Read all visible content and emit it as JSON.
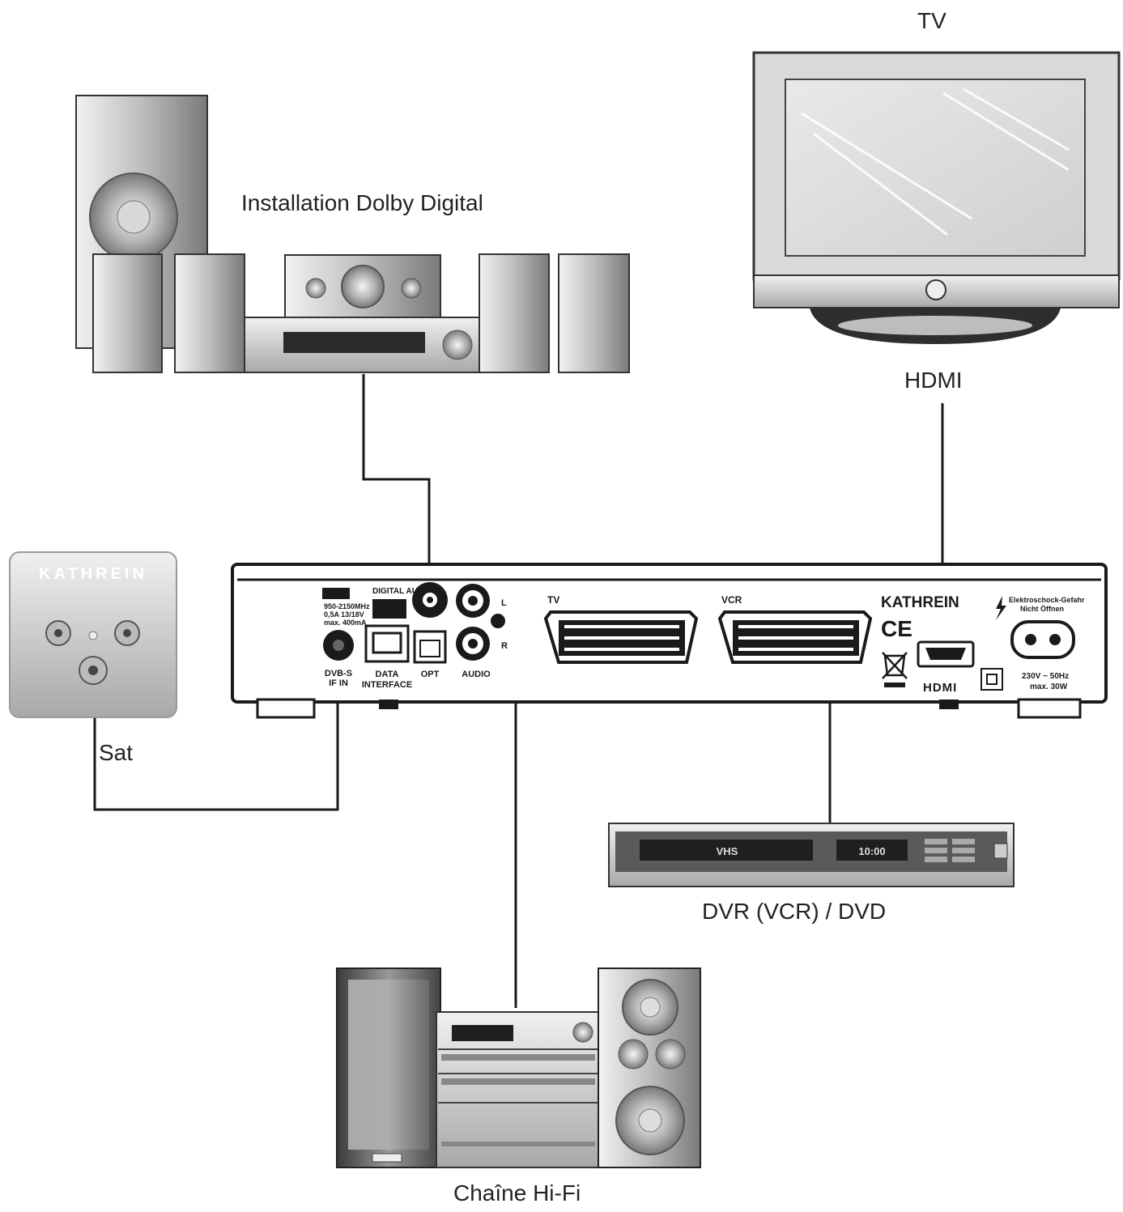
{
  "labels": {
    "tv": "TV",
    "hdmi": "HDMI",
    "dolby": "Installation Dolby Digital",
    "sat": "Sat",
    "dvr": "DVR (VCR) / DVD",
    "hifi": "Chaîne Hi-Fi"
  },
  "wall_socket": {
    "brand": "KATHREIN"
  },
  "receiver_panel": {
    "brand": "KATHREIN",
    "dvbs_label": "DVB-S",
    "dvbs_sub": "IF IN",
    "spec_lines": [
      "950-2150MHz",
      "0,5A 13/18V",
      "max. 400mA"
    ],
    "digital_audio_label": "DIGITAL AUDIO",
    "data_label": "DATA",
    "interface_label": "INTERFACE",
    "opt_label": "OPT",
    "audio_label": "AUDIO",
    "audio_l": "L",
    "audio_r": "R",
    "tv_scart": "TV",
    "vcr_scart": "VCR",
    "ce_mark": "CE",
    "hdmi_logo": "HDMI",
    "warning_line1": "Elektroschock-Gefahr",
    "warning_line2": "Nicht Öffnen",
    "power_line1": "230V ~ 50Hz",
    "power_line2": "max. 30W"
  },
  "vcr_device": {
    "display_left": "VHS",
    "display_time": "10:00"
  },
  "colors": {
    "line": "#1a1a1a",
    "device_light": "#d4d4d4",
    "device_dark": "#555555"
  }
}
